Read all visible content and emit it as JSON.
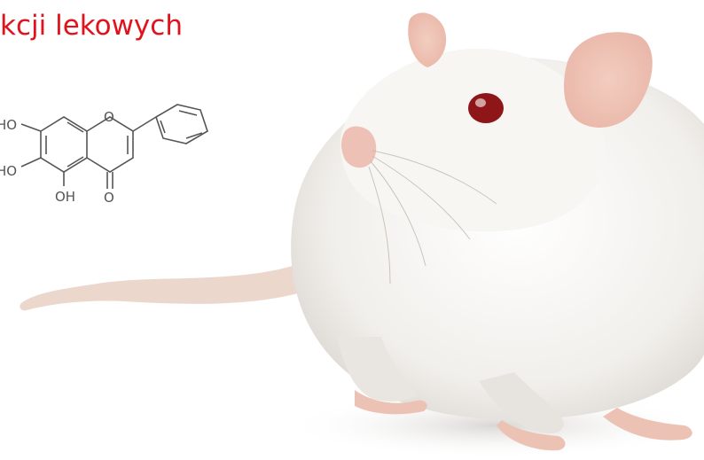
{
  "slide": {
    "title_fragment": "kcji lekowych",
    "title_color": "#e1121b"
  },
  "molecule": {
    "atom_labels": [
      "HO",
      "HO",
      "OH",
      "O",
      "O"
    ]
  },
  "illustration": {
    "subject": "rat-image",
    "fur_color": "#f4f2ee",
    "ear_color": "#efc3b8",
    "eye_color": "#8e1518"
  }
}
